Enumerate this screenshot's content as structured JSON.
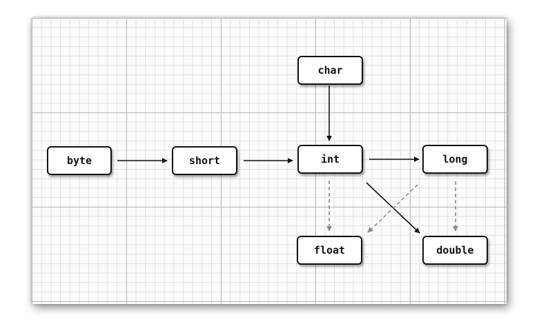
{
  "nodes": {
    "byte": "byte",
    "short": "short",
    "char": "char",
    "int": "int",
    "long": "long",
    "float": "float",
    "double": "double"
  },
  "colors": {
    "solid_arrow": "#111111",
    "dashed_arrow": "#8a8a8a",
    "grid_major": "#b9b9b9",
    "grid_minor": "#e2e2e2"
  },
  "edges": [
    {
      "from": "byte",
      "to": "short",
      "style": "solid"
    },
    {
      "from": "short",
      "to": "int",
      "style": "solid"
    },
    {
      "from": "char",
      "to": "int",
      "style": "solid"
    },
    {
      "from": "int",
      "to": "long",
      "style": "solid"
    },
    {
      "from": "int",
      "to": "double",
      "style": "solid"
    },
    {
      "from": "int",
      "to": "float",
      "style": "dashed"
    },
    {
      "from": "long",
      "to": "float",
      "style": "dashed"
    },
    {
      "from": "long",
      "to": "double",
      "style": "dashed"
    }
  ]
}
